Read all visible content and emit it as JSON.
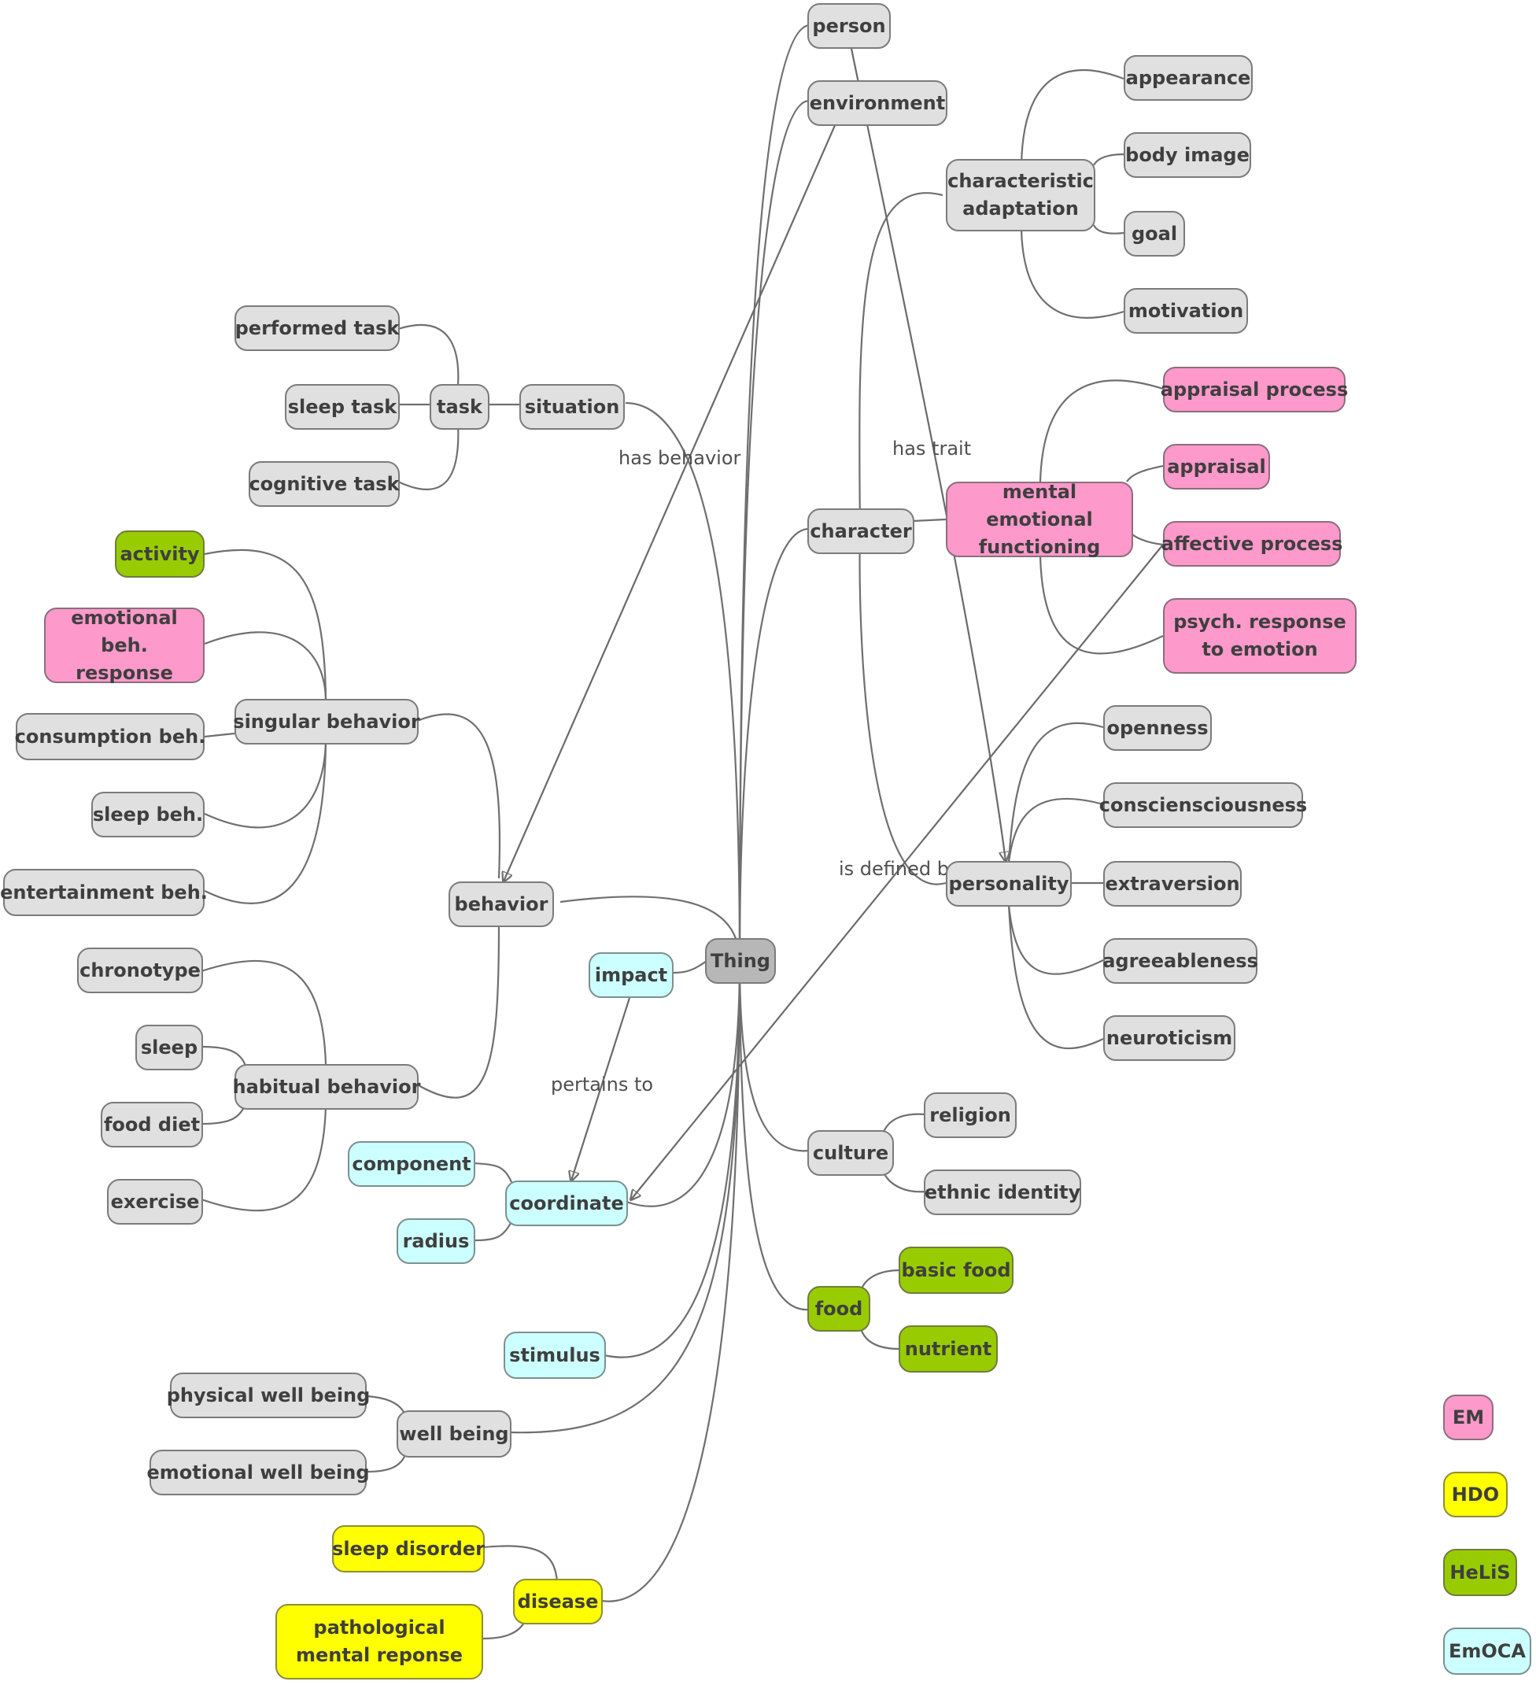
{
  "nodes": {
    "person": "person",
    "environment": "environment",
    "appearance": "appearance",
    "body_image": "body image",
    "characteristic_adaptation": "characteristic adaptation",
    "goal": "goal",
    "motivation": "motivation",
    "performed_task": "performed task",
    "sleep_task": "sleep task",
    "task": "task",
    "situation": "situation",
    "cognitive_task": "cognitive task",
    "appraisal_process": "appraisal process",
    "appraisal": "appraisal",
    "mental_emotional_functioning": "mental emotional functioning",
    "affective_process": "affective process",
    "psych_response": "psych. response to emotion",
    "character": "character",
    "activity": "activity",
    "emotional_beh_response": "emotional beh. response",
    "singular_behavior": "singular behavior",
    "consumption_beh": "consumption beh.",
    "sleep_beh": "sleep beh.",
    "entertainment_beh": "entertainment beh.",
    "openness": "openness",
    "conscientiousness": "consciensciousness",
    "personality": "personality",
    "extraversion": "extraversion",
    "agreeableness": "agreeableness",
    "neuroticism": "neuroticism",
    "behavior": "behavior",
    "thing": "Thing",
    "impact": "impact",
    "chronotype": "chronotype",
    "sleep": "sleep",
    "habitual_behavior": "habitual behavior",
    "food_diet": "food diet",
    "exercise": "exercise",
    "religion": "religion",
    "culture": "culture",
    "ethnic_identity": "ethnic identity",
    "component": "component",
    "coordinate": "coordinate",
    "radius": "radius",
    "basic_food": "basic food",
    "food": "food",
    "nutrient": "nutrient",
    "stimulus": "stimulus",
    "physical_well_being": "physical well being",
    "well_being": "well being",
    "emotional_well_being": "emotional well being",
    "sleep_disorder": "sleep disorder",
    "disease": "disease",
    "pathological_mental_reponse": "pathological mental reponse"
  },
  "relations": {
    "has_behavior": "has behavior",
    "has_trait": "has trait",
    "is_defined_by": "is defined by",
    "pertains_to": "pertains to"
  },
  "legend": {
    "em": "EM",
    "hdo": "HDO",
    "helis": "HeLiS",
    "emoca": "EmOCA"
  },
  "colors": {
    "default": "#e0e0e0",
    "root": "#b7b7b7",
    "EM": "#fd99cb",
    "HDO": "#ffff00",
    "HeLiS": "#99cc00",
    "EmOCA": "#ccffff",
    "edge": "#6f6f6f"
  }
}
